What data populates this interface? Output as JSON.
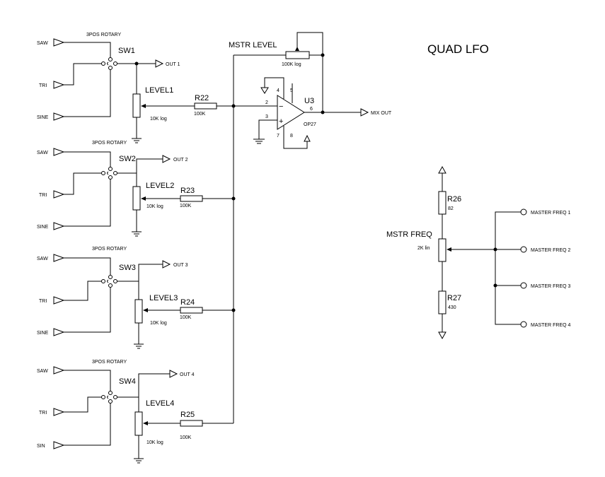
{
  "title": "QUAD LFO",
  "channels": [
    {
      "sw_type": "3POS ROTARY",
      "sw": "SW1",
      "in1": "SAW",
      "in2": "TRI",
      "in3": "SINE",
      "out": "OUT 1",
      "level": "LEVEL1",
      "level_val": "10K log",
      "res": "R22",
      "res_val": "100K"
    },
    {
      "sw_type": "3POS ROTARY",
      "sw": "SW2",
      "in1": "SAW",
      "in2": "TRI",
      "in3": "SINE",
      "out": "OUT 2",
      "level": "LEVEL2",
      "level_val": "10K log",
      "res": "R23",
      "res_val": "100K"
    },
    {
      "sw_type": "3POS ROTARY",
      "sw": "SW3",
      "in1": "SAW",
      "in2": "TRI",
      "in3": "SINE",
      "out": "OUT 3",
      "level": "LEVEL3",
      "level_val": "10K log",
      "res": "R24",
      "res_val": "100K"
    },
    {
      "sw_type": "3POS ROTARY",
      "sw": "SW4",
      "in1": "SAW",
      "in2": "TRI",
      "in3": "SIN",
      "out": "OUT 4",
      "level": "LEVEL4",
      "level_val": "10K log",
      "res": "R25",
      "res_val": "100K"
    }
  ],
  "master": {
    "label": "MSTR LEVEL",
    "value": "100K log"
  },
  "opamp": {
    "ref": "U3",
    "part": "OP27",
    "pins": [
      "4",
      "5",
      "2",
      "3",
      "6",
      "7",
      "8"
    ],
    "minus": "−",
    "plus": "+",
    "out": "MIX OUT"
  },
  "freq": {
    "r26": "R26",
    "r26_val": "82",
    "pot": "MSTR FREQ",
    "pot_val": "2K lin",
    "r27": "R27",
    "r27_val": "430",
    "outs": [
      "MASTER FREQ 1",
      "MASTER FREQ 2",
      "MASTER FREQ 3",
      "MASTER FREQ 4"
    ]
  }
}
